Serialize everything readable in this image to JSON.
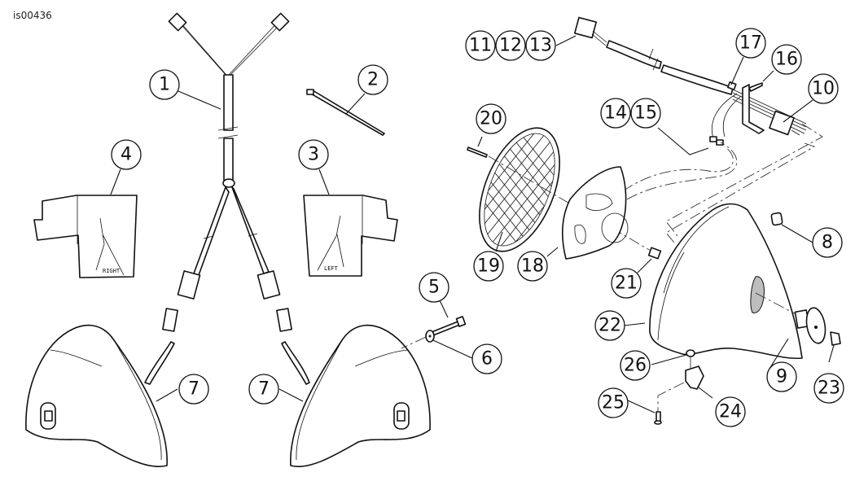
{
  "figure_id": "is00436",
  "part_labels": {
    "harness_y": "1",
    "cable_tie": "2",
    "bracket_left": "3",
    "bracket_right": "4",
    "bolt": "5",
    "washer": "6",
    "housing_left": "7",
    "housing_right": "7",
    "grommet": "8",
    "switch_assembly": "9",
    "relay": "10",
    "connector_a": "11",
    "connector_b": "12",
    "connector_c": "13",
    "terminal_a": "14",
    "terminal_b": "15",
    "pin": "16",
    "screw_small": "17",
    "back_plate": "18",
    "grille": "19",
    "grille_screw": "20",
    "plate_fastener": "21",
    "housing_shell": "22",
    "switch_clip": "23",
    "cable_clamp": "24",
    "clamp_screw": "25",
    "clamp_nut": "26"
  },
  "bracket_text": {
    "right": "RIGHT",
    "left": "LEFT"
  }
}
